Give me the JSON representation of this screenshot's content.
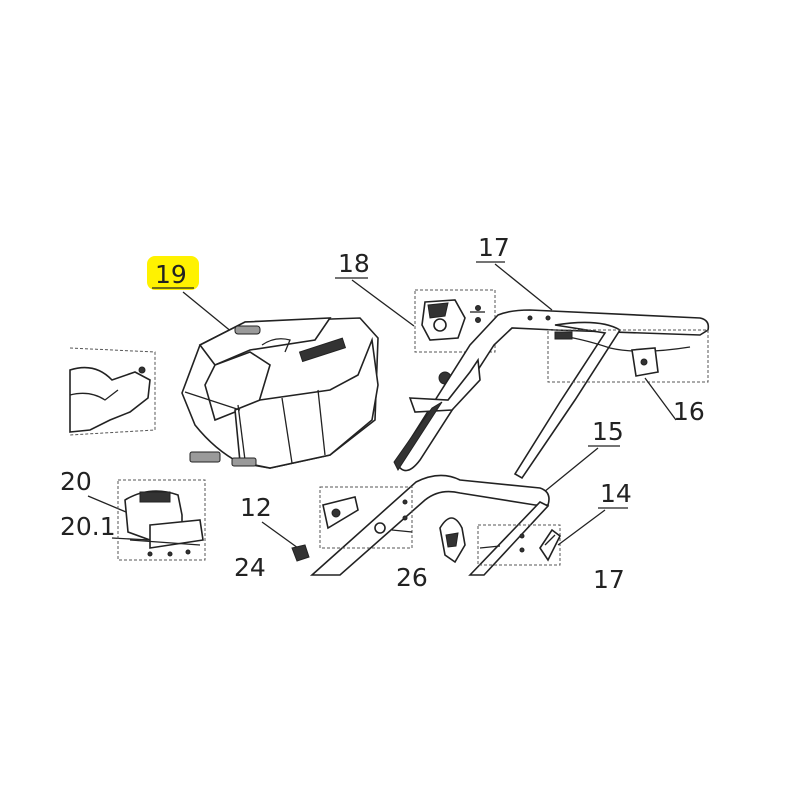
{
  "highlight_color": "#fff200",
  "labels": {
    "p19": "19",
    "p18": "18",
    "p17a": "17",
    "p16": "16",
    "p15": "15",
    "p14": "14",
    "p12": "12",
    "p20": "20",
    "p201": "20.1",
    "p24": "24",
    "p26": "26",
    "p17b": "17"
  }
}
